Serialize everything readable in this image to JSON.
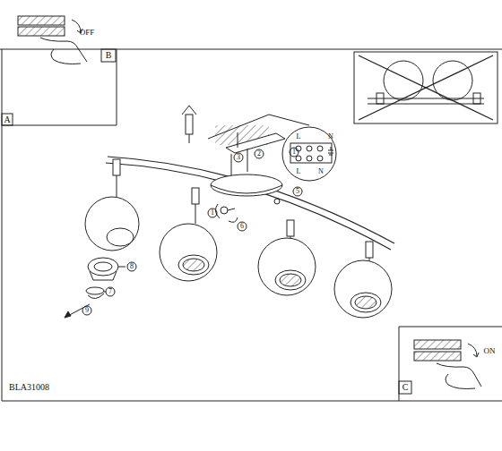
{
  "diagram": {
    "labels": [
      "OFF",
      "B",
      "A",
      "L",
      "N",
      "L",
      "N",
      "3",
      "2",
      "1",
      "5",
      "1",
      "6",
      "8",
      "7",
      "9",
      "BLA31008",
      "ON",
      "C"
    ]
  }
}
